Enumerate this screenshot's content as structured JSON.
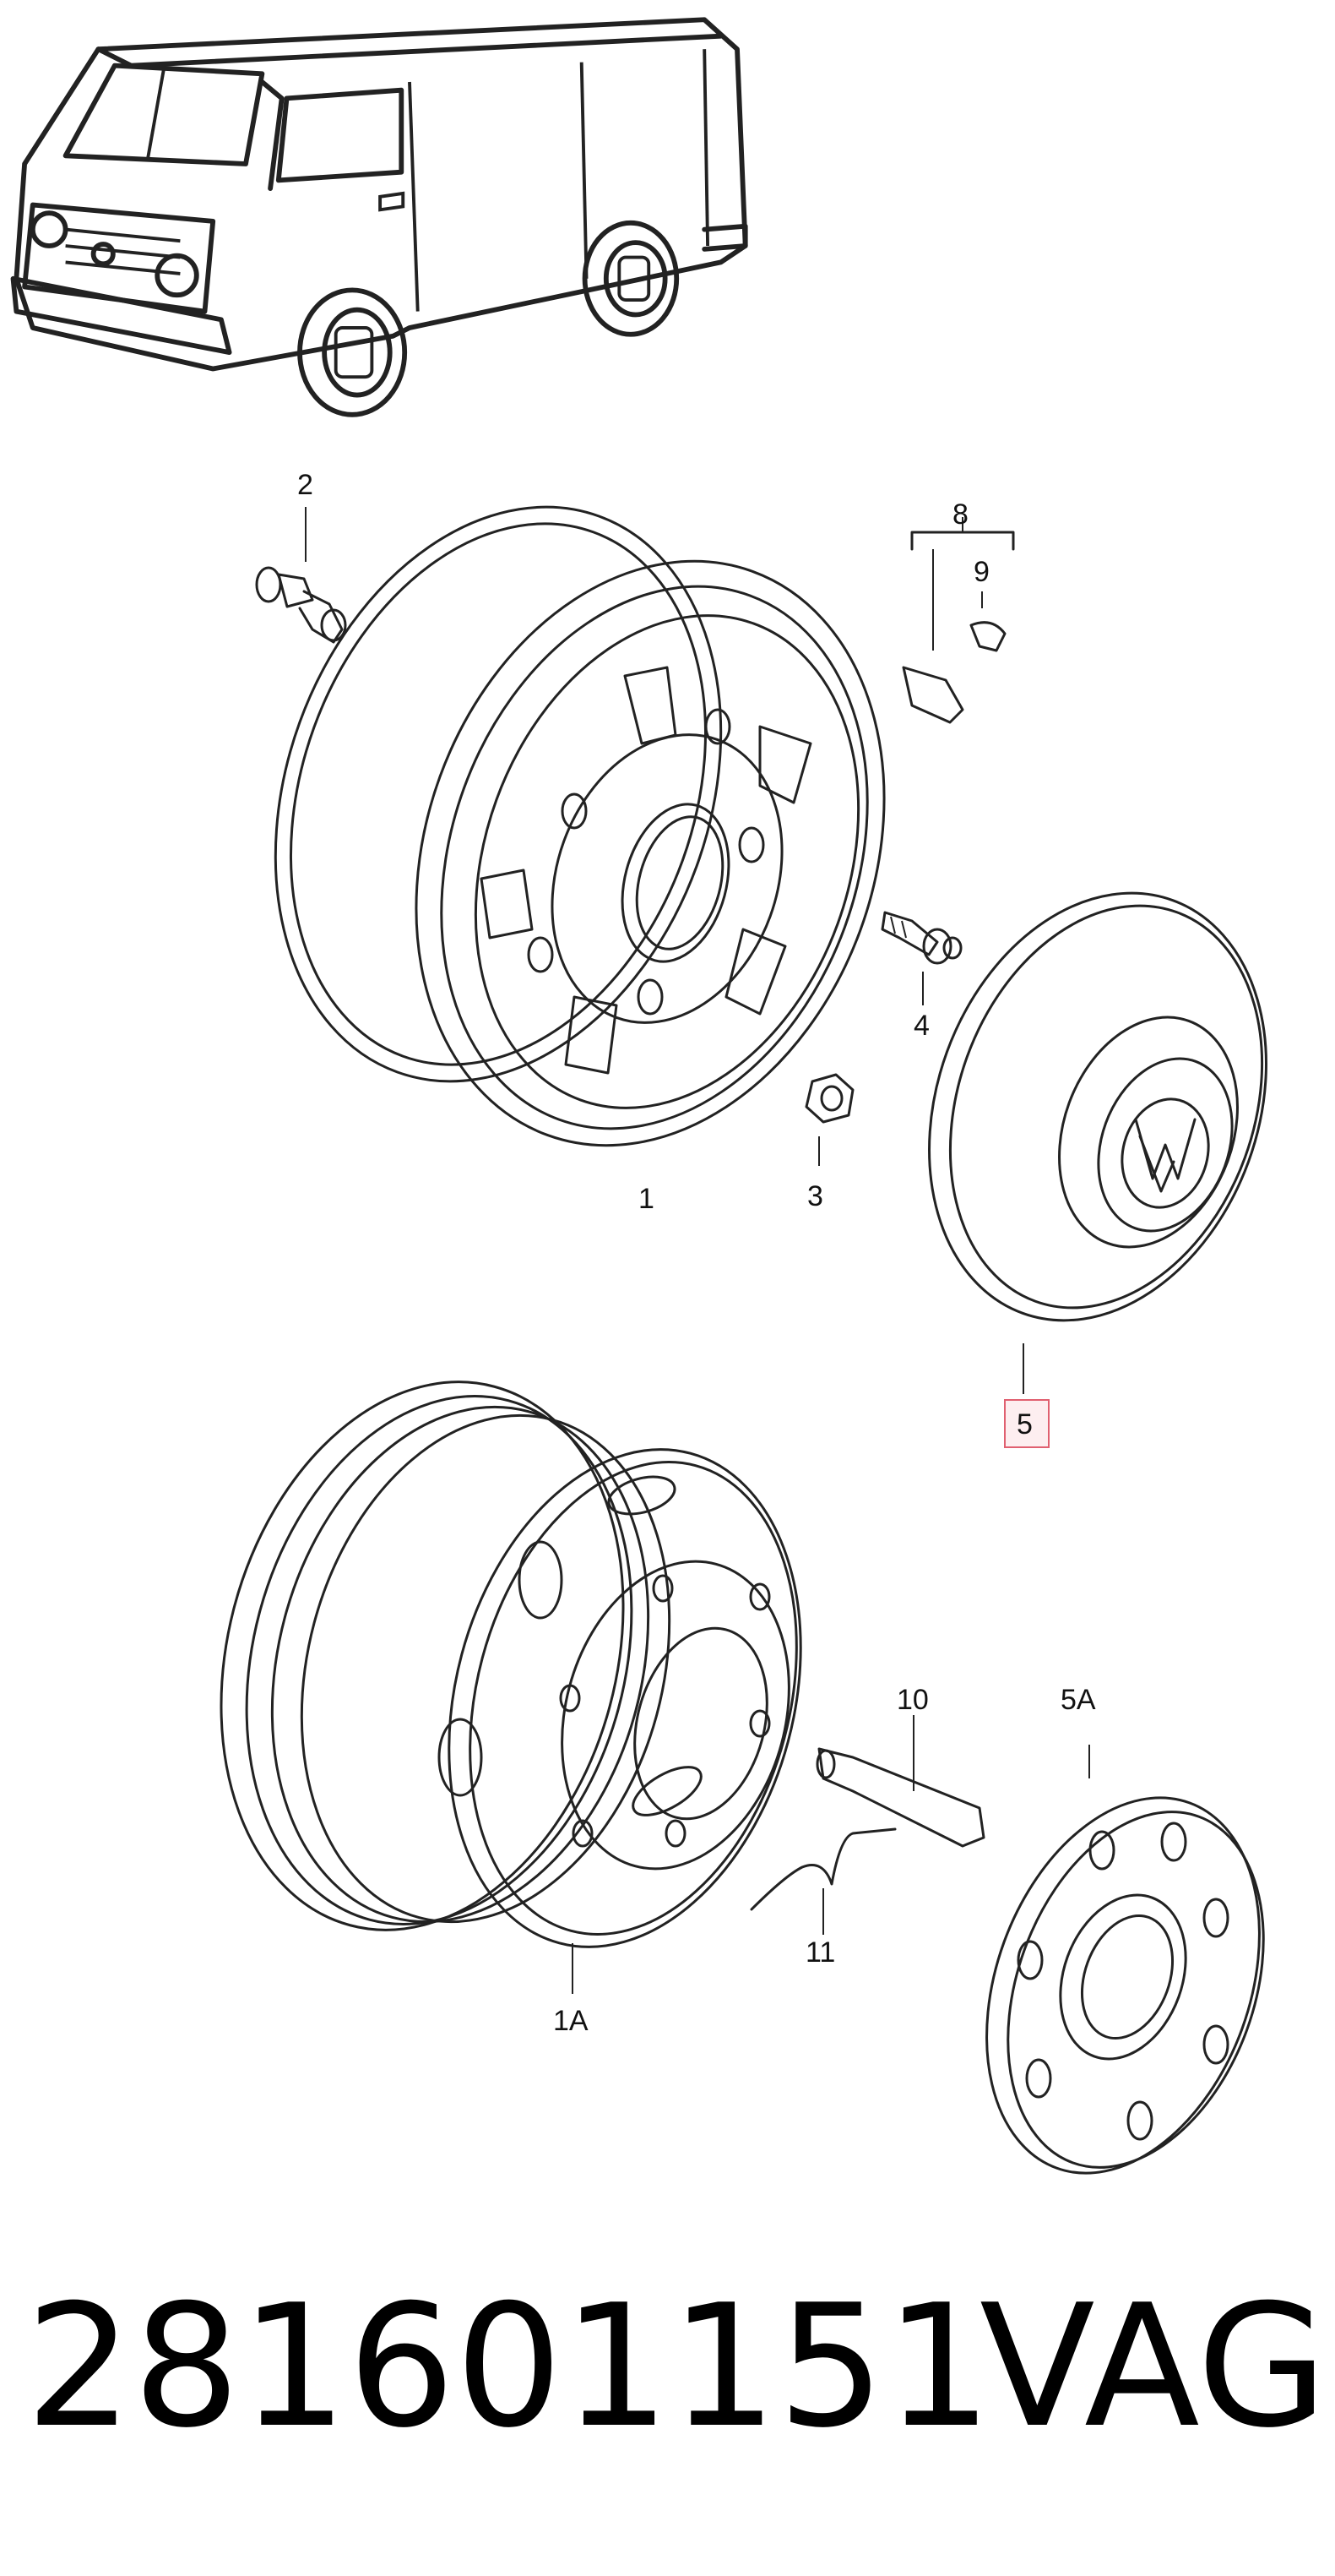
{
  "labels": {
    "p1": "1",
    "p1A": "1A",
    "p2": "2",
    "p3": "3",
    "p4": "4",
    "p5": "5",
    "p5A": "5A",
    "p8": "8",
    "p9": "9",
    "p10": "10",
    "p11": "11"
  },
  "footer": {
    "part_number": "281601151",
    "brand": "VAG"
  },
  "colors": {
    "highlight_border": "#e06070",
    "highlight_fill": "#fdeef0",
    "line": "#222222"
  }
}
